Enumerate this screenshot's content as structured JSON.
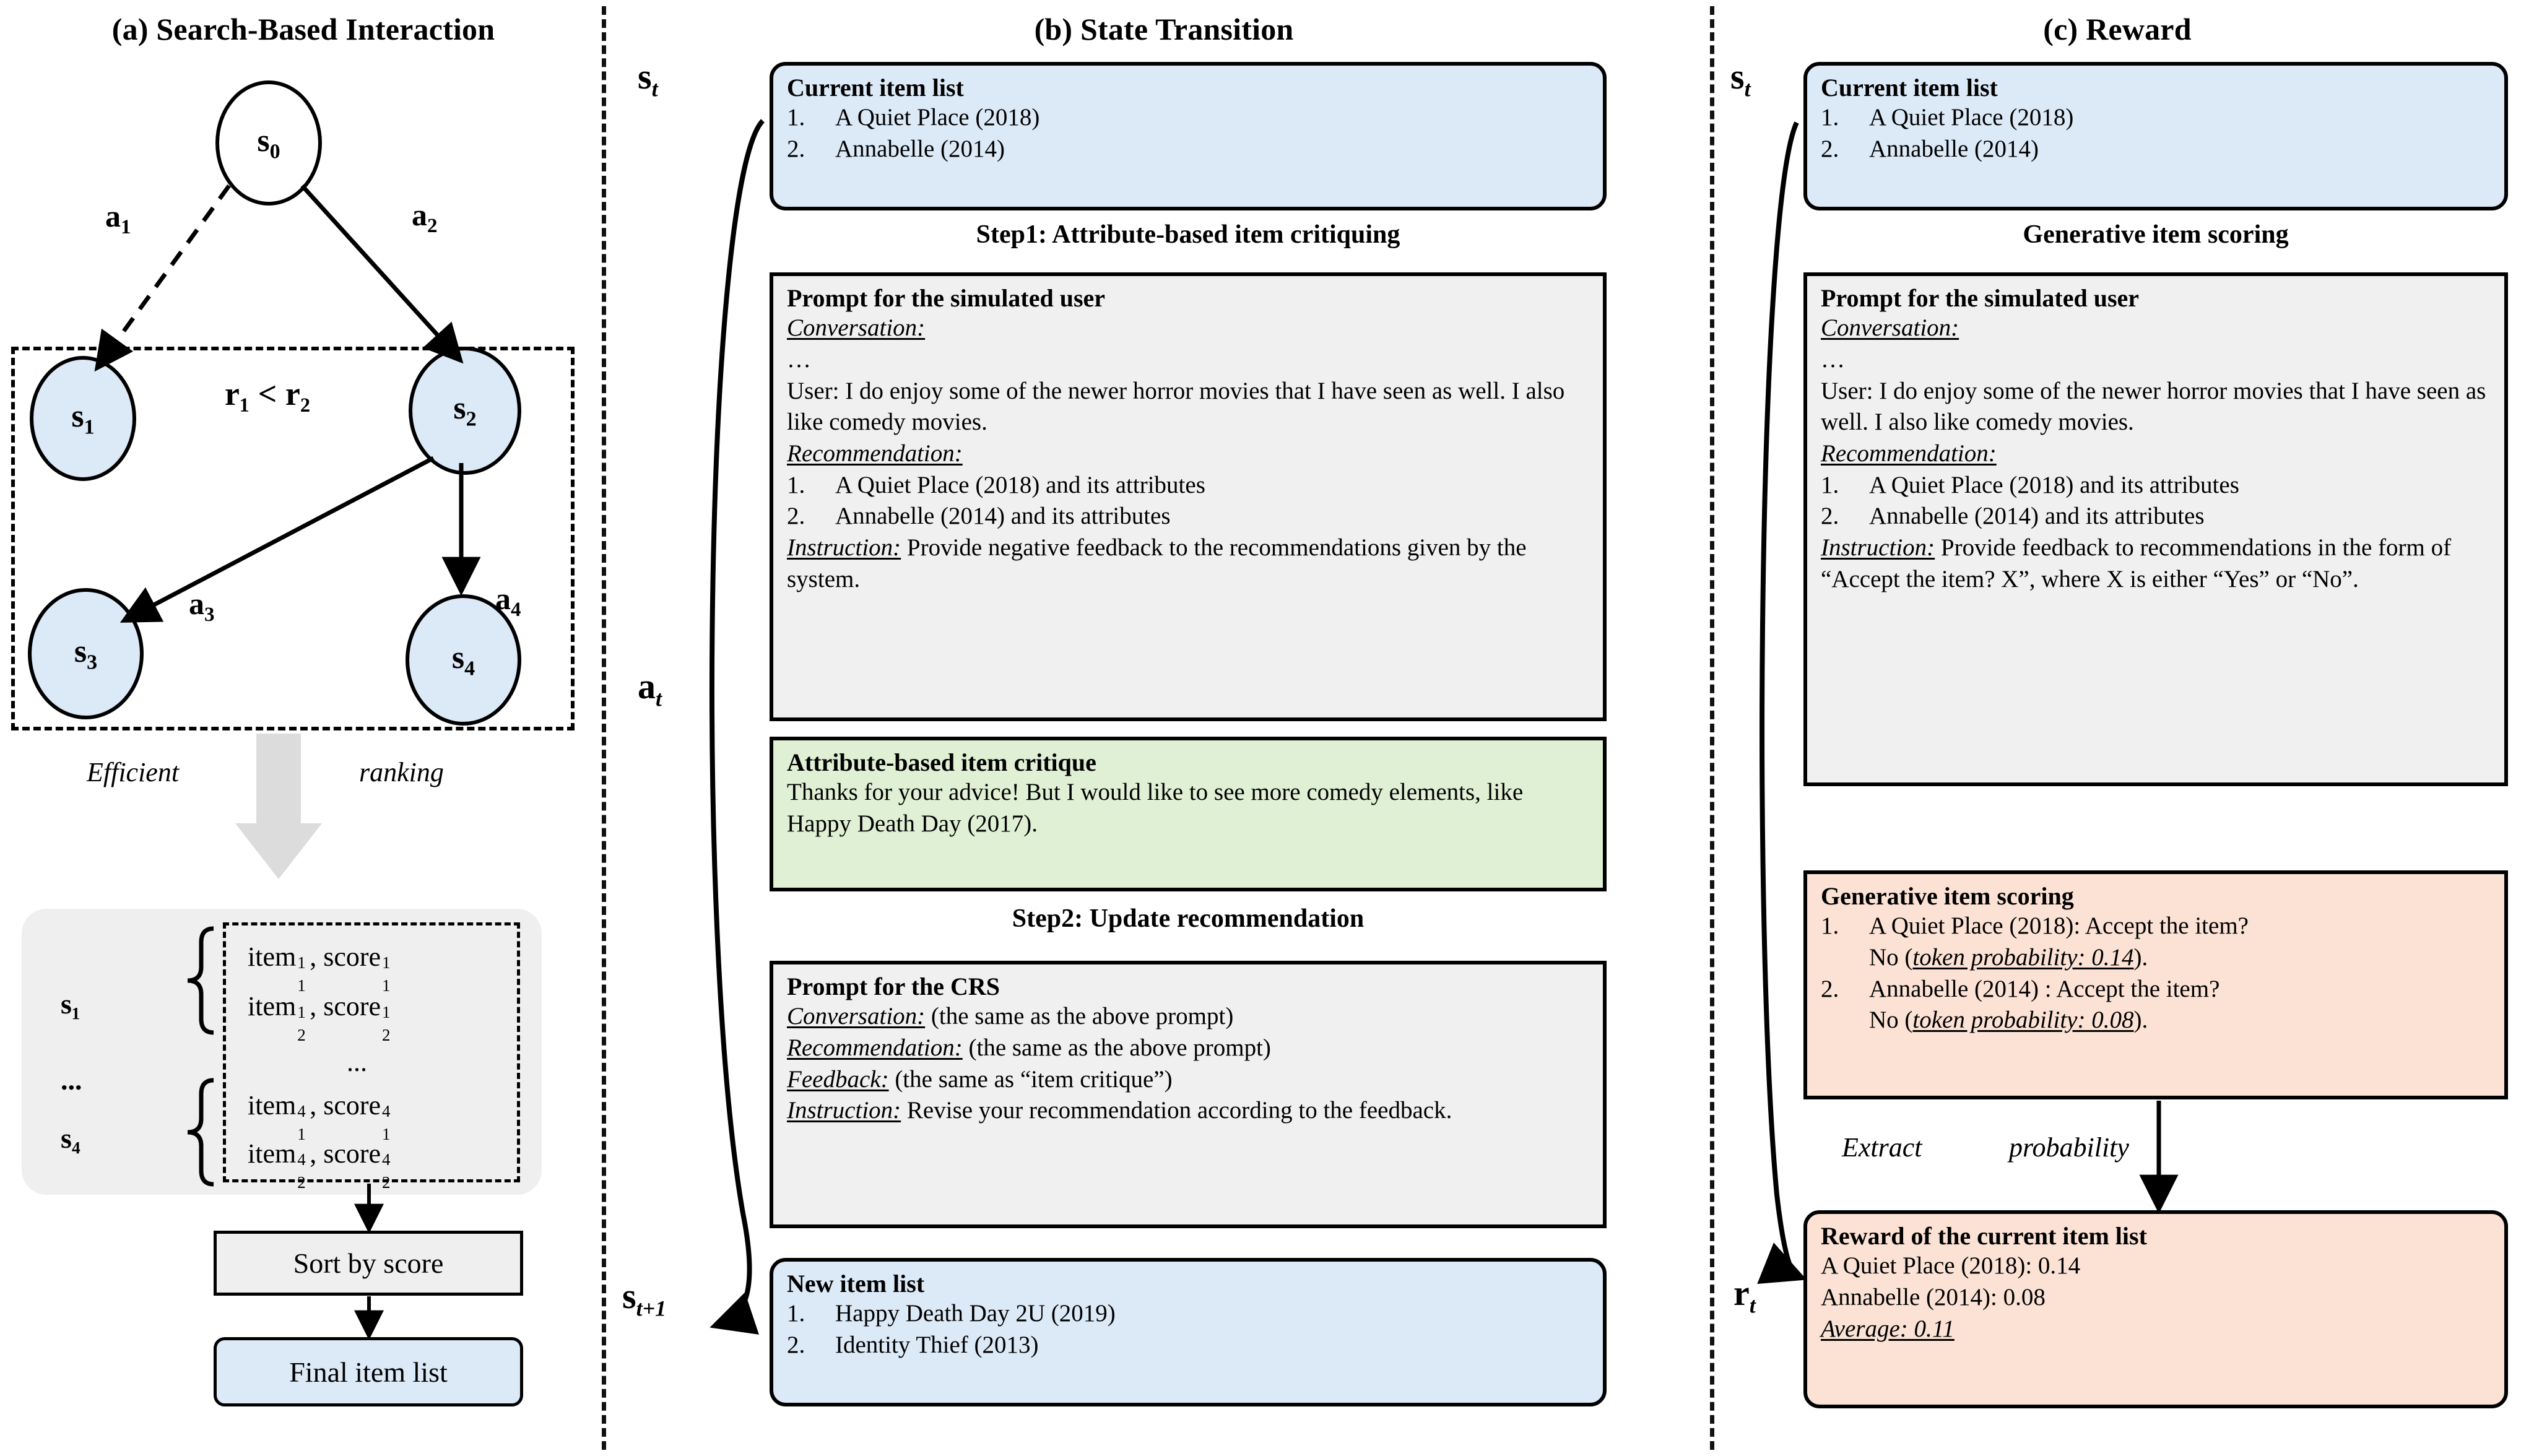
{
  "panels": {
    "a": {
      "title": "(a) Search-Based Interaction",
      "nodes": [
        {
          "id": "s0",
          "base": "s",
          "sub": "0"
        },
        {
          "id": "s1",
          "base": "s",
          "sub": "1"
        },
        {
          "id": "s2",
          "base": "s",
          "sub": "2"
        },
        {
          "id": "s3",
          "base": "s",
          "sub": "3"
        },
        {
          "id": "s4",
          "base": "s",
          "sub": "4"
        }
      ],
      "edges": [
        {
          "id": "a1",
          "base": "a",
          "sub": "1"
        },
        {
          "id": "a2",
          "base": "a",
          "sub": "2"
        },
        {
          "id": "a3",
          "base": "a",
          "sub": "3"
        },
        {
          "id": "a4",
          "base": "a",
          "sub": "4"
        }
      ],
      "reward_compare": "r₁ < r₂",
      "arrow_label_left": "Efficient",
      "arrow_label_right": "ranking",
      "bucket_labels": {
        "first": "s₁",
        "ellipsis": "...",
        "last": "s₄"
      },
      "score_rows": [
        {
          "item": "item",
          "item_sub": "1",
          "item_sup": "1",
          "score": "score",
          "score_sub": "1",
          "score_sup": "1"
        },
        {
          "item": "item",
          "item_sub": "2",
          "item_sup": "1",
          "score": "score",
          "score_sub": "2",
          "score_sup": "1"
        },
        {
          "ellipsis": "..."
        },
        {
          "item": "item",
          "item_sub": "1",
          "item_sup": "4",
          "score": "score",
          "score_sub": "1",
          "score_sup": "4"
        },
        {
          "item": "item",
          "item_sub": "2",
          "item_sup": "4",
          "score": "score",
          "score_sub": "2",
          "score_sup": "4"
        }
      ],
      "sort_box": "Sort by score",
      "final_box": "Final item list"
    },
    "b": {
      "title": "(b) State Transition",
      "state_label": {
        "base": "s",
        "sub": "t"
      },
      "action_label": {
        "base": "a",
        "sub": "t"
      },
      "next_state_label": {
        "base": "s",
        "sub": "t+1"
      },
      "current_item_list": {
        "title": "Current item list",
        "items": [
          "A Quiet Place (2018)",
          "Annabelle (2014)"
        ]
      },
      "step1_title": "Step1: Attribute-based item critiquing",
      "prompt_user": {
        "title": "Prompt for the simulated user",
        "conversation_label": "Conversation:",
        "ellipsis": "…",
        "conversation_text": "User: I do enjoy some of the newer horror movies that I have seen as well. I also like comedy movies.",
        "recommendation_label": "Recommendation:",
        "recommendation_items": [
          "A Quiet Place (2018) and its attributes",
          "Annabelle (2014) and its attributes"
        ],
        "instruction_label": "Instruction:",
        "instruction_text": "Provide negative feedback to the recommendations given by the system."
      },
      "critique": {
        "title": "Attribute-based item critique",
        "text": "Thanks for your advice! But I would like to see more comedy elements, like Happy Death Day (2017)."
      },
      "step2_title": "Step2: Update recommendation",
      "prompt_crs": {
        "title": "Prompt for the CRS",
        "lines": [
          {
            "label": "Conversation:",
            "text": "(the same as the above prompt)"
          },
          {
            "label": "Recommendation:",
            "text": "(the same as the above prompt)"
          },
          {
            "label": "Feedback:",
            "text": "(the same as “item critique”)"
          },
          {
            "label": "Instruction:",
            "text": "Revise your recommendation according to the feedback."
          }
        ]
      },
      "new_item_list": {
        "title": "New item list",
        "items": [
          "Happy Death Day 2U (2019)",
          "Identity Thief (2013)"
        ]
      }
    },
    "c": {
      "title": "(c) Reward",
      "state_label": {
        "base": "s",
        "sub": "t"
      },
      "reward_label": {
        "base": "r",
        "sub": "t"
      },
      "current_item_list": {
        "title": "Current item list",
        "items": [
          "A Quiet Place (2018)",
          "Annabelle (2014)"
        ]
      },
      "section_title": "Generative item scoring",
      "prompt_user": {
        "title": "Prompt for the simulated user",
        "conversation_label": "Conversation:",
        "ellipsis": "…",
        "conversation_text": "User: I do enjoy some of the newer horror movies that I have seen as well. I also like comedy movies.",
        "recommendation_label": "Recommendation:",
        "recommendation_items": [
          "A Quiet Place (2018) and its attributes",
          "Annabelle (2014) and its attributes"
        ],
        "instruction_label": "Instruction:",
        "instruction_text": "Provide feedback to recommendations in the form of “Accept the item? X”, where X is either “Yes” or “No”."
      },
      "scoring": {
        "title": "Generative item scoring",
        "items": [
          {
            "num": "1.",
            "head": "A Quiet Place (2018): Accept the item?",
            "answer": "No (",
            "prob_label": "token probability: 0.14",
            "tail": ")."
          },
          {
            "num": "2.",
            "head": "Annabelle  (2014) : Accept the item?",
            "answer": "No (",
            "prob_label": "token probability: 0.08",
            "tail": ")."
          }
        ]
      },
      "extract_label_left": "Extract",
      "extract_label_right": "probability",
      "reward_box": {
        "title": "Reward of the current item list",
        "lines": [
          "A Quiet Place (2018): 0.14",
          "Annabelle (2014): 0.08"
        ],
        "average": "Average: 0.11"
      }
    }
  },
  "colors": {
    "blue": "#dce9f7",
    "grey": "#f0f0f0",
    "green": "#dff0d5",
    "orange": "#fbe2d5",
    "stroke": "#000000"
  }
}
